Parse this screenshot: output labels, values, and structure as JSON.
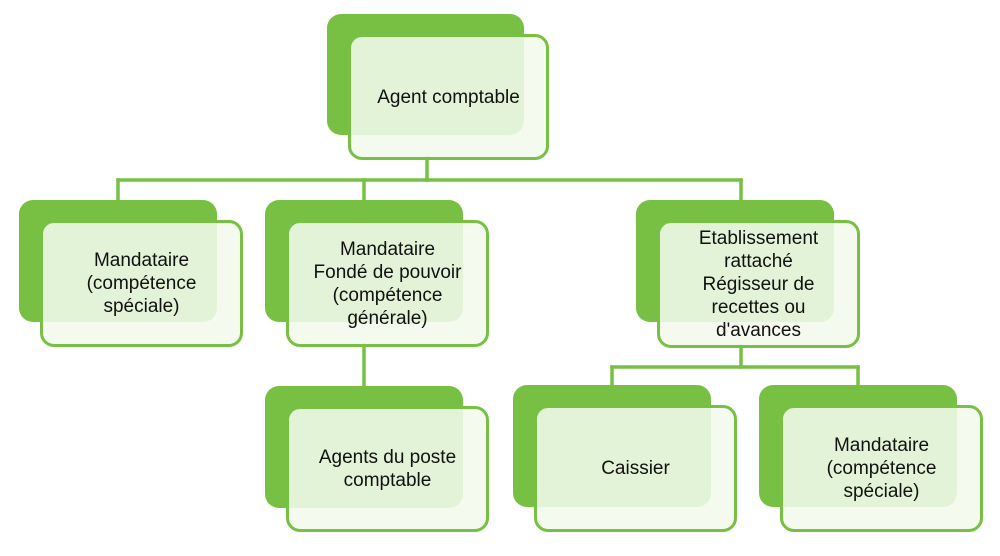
{
  "diagram": {
    "colors": {
      "accent": "#77c043",
      "fill": "#f3f9ec",
      "text": "#111111"
    },
    "nodes": {
      "root": "Agent comptable",
      "mandataire_special": "Mandataire\n(compétence\nspéciale)",
      "mandataire_fonde": "Mandataire\nFondé de pouvoir\n(compétence\ngénérale)",
      "etablissement": "Etablissement\nrattaché\nRégisseur de\nrecettes ou\nd'avances",
      "agents_poste": "Agents du poste\ncomptable",
      "caissier": "Caissier",
      "mandataire_special_2": "Mandataire\n(compétence\nspéciale)"
    }
  }
}
